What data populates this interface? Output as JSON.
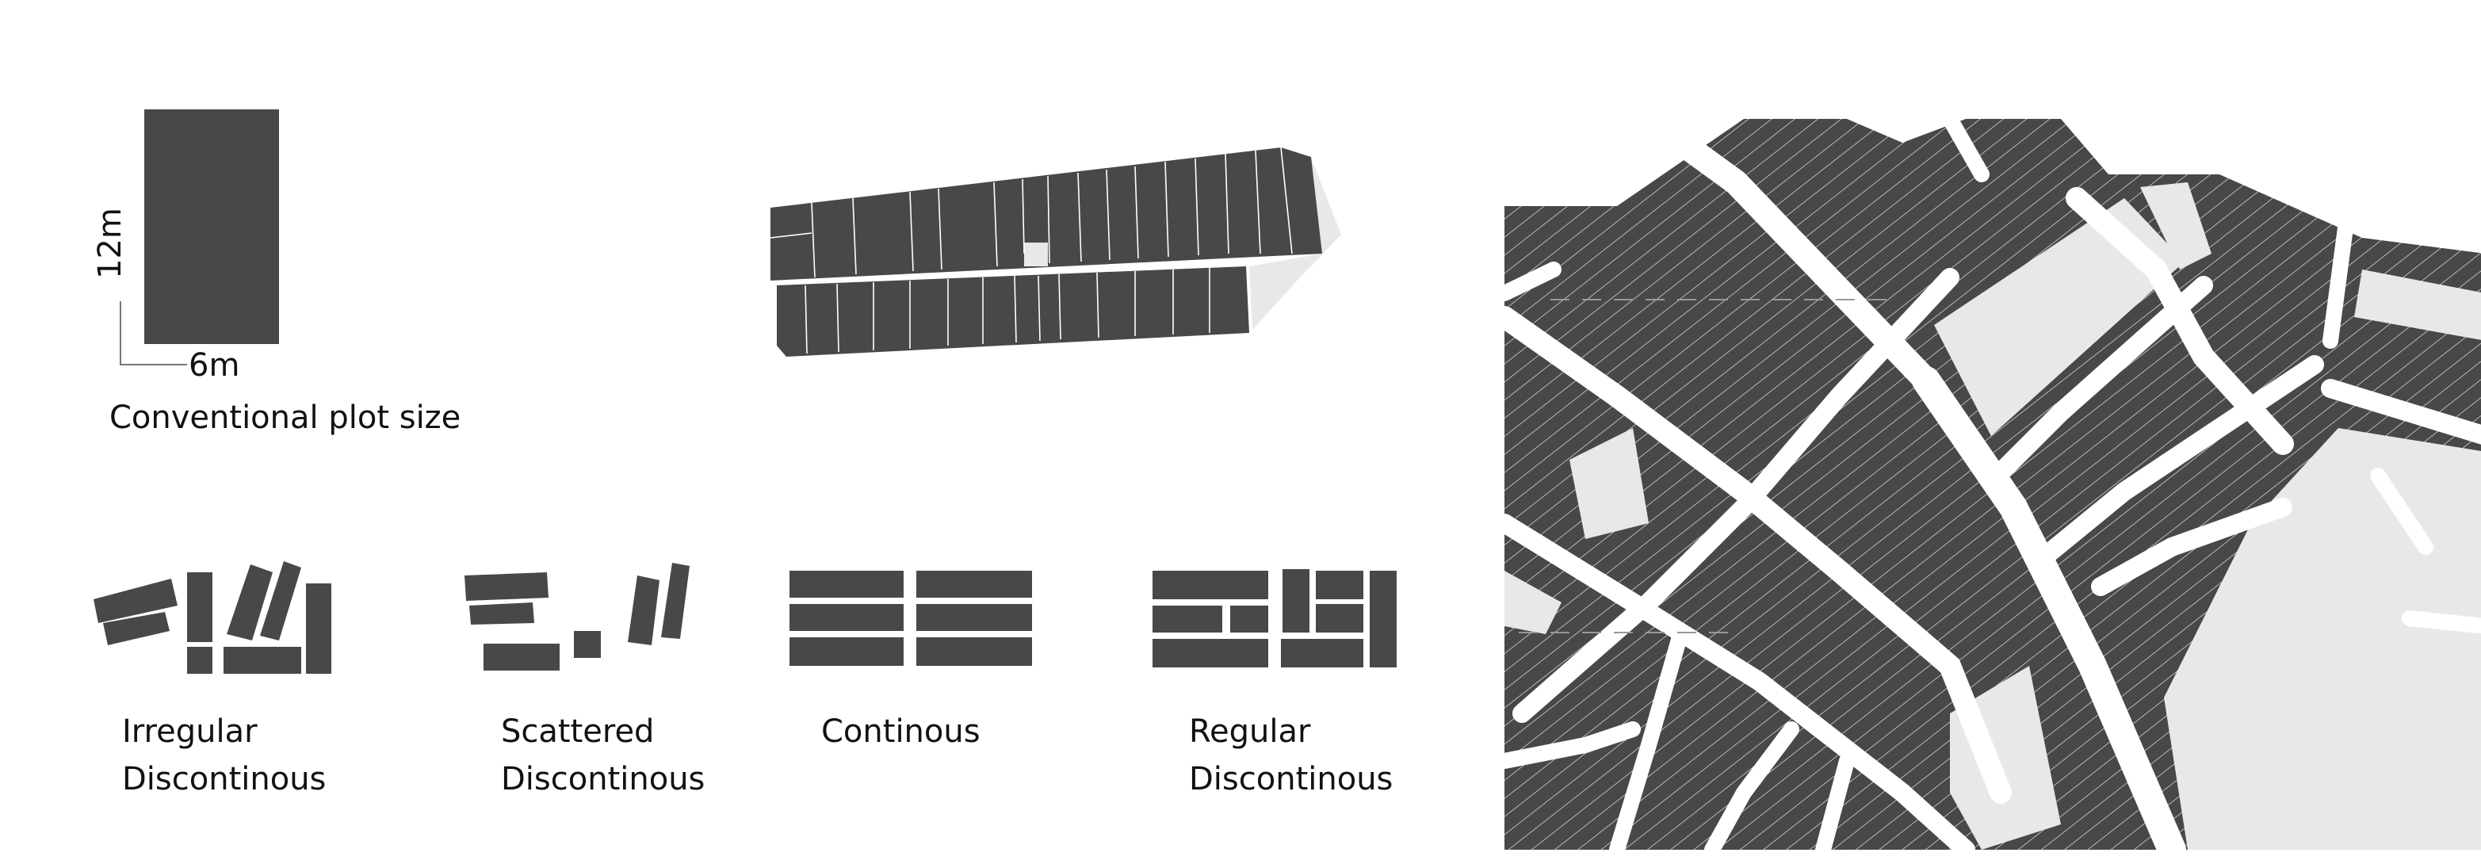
{
  "colors": {
    "plot": "#484848",
    "open_space": "#e8e8e8",
    "street": "#ffffff",
    "text": "#111111"
  },
  "conventional": {
    "height_label": "12m",
    "width_label": "6m",
    "caption": "Conventional plot size"
  },
  "patterns": [
    {
      "line1": "Irregular",
      "line2": "Discontinous"
    },
    {
      "line1": "Scattered",
      "line2": "Discontinous"
    },
    {
      "line1": "Continous"
    },
    {
      "line1": "Regular",
      "line2": "Discontinous"
    }
  ]
}
